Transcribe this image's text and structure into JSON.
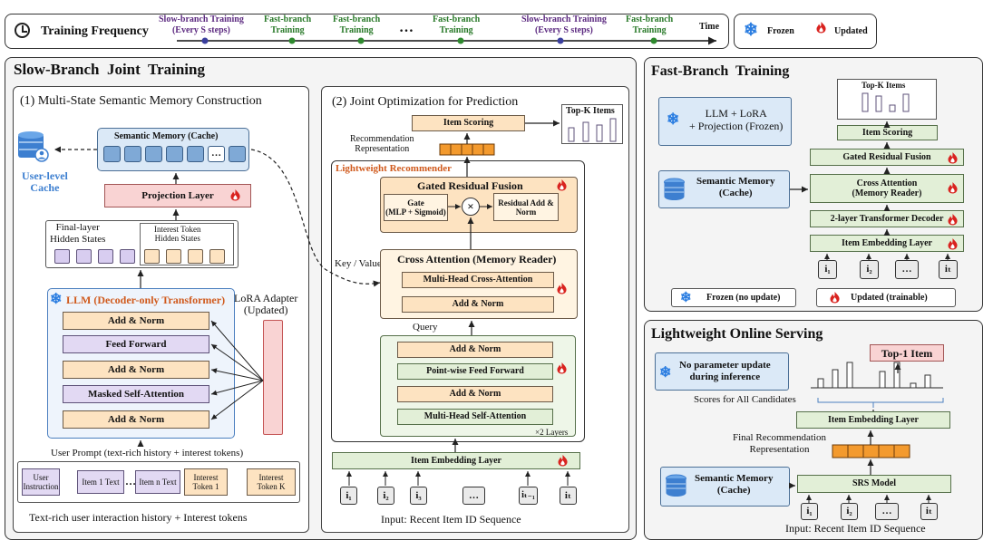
{
  "timeline": {
    "label": "Training Frequency",
    "slow1": "Slow-branch Training\n(Every S steps)",
    "fast1": "Fast-branch\nTraining",
    "fast2": "Fast-branch\nTraining",
    "dots": "…",
    "fast3": "Fast-branch\nTraining",
    "slow2": "Slow-branch Training\n(Every S steps)",
    "fast4": "Fast-branch\nTraining",
    "time": "Time"
  },
  "legend_top": {
    "frozen": "Frozen",
    "updated": "Updated"
  },
  "slow": {
    "title": "Slow-Branch  Joint  Training",
    "sec1": "(1) Multi-State Semantic Memory Construction",
    "semantic_memory": "Semantic Memory (Cache)",
    "cache_dots": "…",
    "user_cache": "User-level\nCache",
    "projection": "Projection Layer",
    "final_layer": "Final-layer\nHidden States",
    "interest_hidden": "Interest Token\nHidden States",
    "llm": "LLM (Decoder-only Transformer)",
    "addnorm": "Add & Norm",
    "feedforward": "Feed Forward",
    "masked": "Masked Self-Attention",
    "lora": "LoRA Adapter\n(Updated)",
    "prompt": "User Prompt (text-rich history + interest tokens)",
    "prompt_items": [
      "User\nInstruction",
      "Item 1 Text",
      "Item n Text",
      "Interest\nToken 1",
      "Interest\nToken K"
    ],
    "prompt_dots": "…",
    "bottom_caption": "Text-rich user interaction history + Interest tokens",
    "sec2": "(2) Joint Optimization for Prediction",
    "item_scoring": "Item Scoring",
    "topk": "Top-K Items",
    "rec_repr": "Recommendation\nRepresentation",
    "lw_rec": "Lightweight Recommender",
    "grf": "Gated Residual Fusion",
    "gate": "Gate\n(MLP + Sigmoid)",
    "times": "×",
    "residual": "Residual Add &\nNorm",
    "key_value": "Key / Value",
    "cross_att": "Cross Attention (Memory Reader)",
    "mhca": "Multi-Head Cross-Attention",
    "query": "Query",
    "pwff": "Point-wise Feed Forward",
    "mhsa": "Multi-Head Self-Attention",
    "layers": "×2 Layers",
    "item_emb": "Item Embedding Layer",
    "inputs": [
      "i₁",
      "i₂",
      "i₃",
      "…",
      "iₜ₋₁",
      "iₜ"
    ],
    "input_caption": "Input:  Recent Item ID Sequence"
  },
  "fast": {
    "title": "Fast-Branch  Training",
    "llm_frozen": "LLM + LoRA\n+ Projection (Frozen)",
    "topk": "Top-K Items",
    "item_scoring": "Item Scoring",
    "grf": "Gated Residual Fusion",
    "semantic_memory": "Semantic Memory\n(Cache)",
    "cross_att": "Cross Attention\n(Memory Reader)",
    "decoder": "2-layer Transformer Decoder",
    "item_emb": "Item Embedding Layer",
    "inputs": [
      "i₁",
      "i₂",
      "…",
      "iₜ"
    ],
    "frozen_legend": "Frozen (no update)",
    "updated_legend": "Updated (trainable)"
  },
  "serving": {
    "title": "Lightweight Online Serving",
    "no_update": "No parameter update\nduring inference",
    "top1": "Top-1 Item",
    "scores": "Scores for All Candidates",
    "item_emb": "Item Embedding Layer",
    "final_rec": "Final Recommendation\nRepresentation",
    "semantic_memory": "Semantic Memory\n(Cache)",
    "srs": "SRS Model",
    "inputs": [
      "i₁",
      "i₂",
      "…",
      "iₜ"
    ],
    "input_caption": "Input:  Recent Item ID Sequence"
  },
  "colors": {
    "peach": "#fde3c1",
    "green": "#e2efd7",
    "purple": "#e2d9f3",
    "pink": "#f9d3d3",
    "blue": "#dbe9f7",
    "orange": "#f39a2e",
    "flame": "#d9231f",
    "snow": "#2a7de1"
  }
}
